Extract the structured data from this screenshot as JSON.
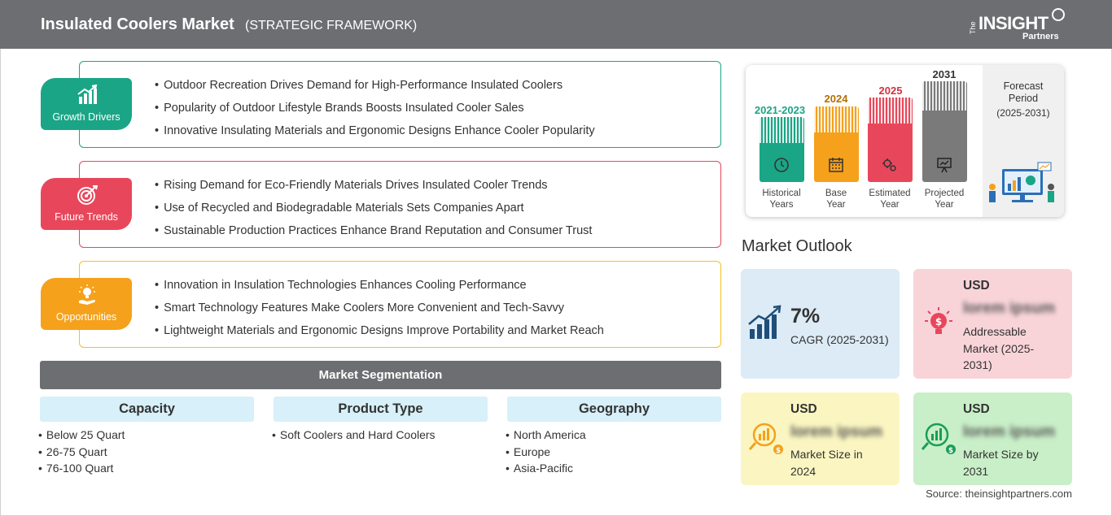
{
  "header": {
    "title": "Insulated Coolers Market",
    "subtitle": "(STRATEGIC FRAMEWORK)",
    "logo": {
      "the": "The",
      "insight": "INSIGHT",
      "partners": "Partners"
    }
  },
  "framework": {
    "growth_drivers": {
      "label": "Growth Drivers",
      "color": "#1aa586",
      "icon": "bar-chart-growth-icon",
      "items": [
        "Outdoor Recreation Drives Demand for High-Performance Insulated Coolers",
        "Popularity of Outdoor Lifestyle Brands Boosts Insulated Cooler Sales",
        "Innovative Insulating Materials and Ergonomic Designs Enhance Cooler Popularity"
      ]
    },
    "future_trends": {
      "label": "Future Trends",
      "color": "#e8475b",
      "icon": "target-icon",
      "items": [
        "Rising Demand for Eco-Friendly Materials Drives Insulated Cooler Trends",
        "Use of Recycled and Biodegradable Materials Sets Companies Apart",
        "Sustainable Production Practices Enhance Brand Reputation and Consumer Trust"
      ]
    },
    "opportunities": {
      "label": "Opportunities",
      "color": "#f5a11c",
      "icon": "lightbulb-hand-icon",
      "items": [
        "Innovation in Insulation Technologies Enhances Cooling Performance",
        "Smart Technology Features Make Coolers More Convenient and Tech-Savvy",
        "Lightweight Materials and Ergonomic Designs Improve Portability and Market Reach"
      ]
    }
  },
  "segmentation": {
    "title": "Market Segmentation",
    "columns": [
      {
        "heading": "Capacity",
        "items": [
          "Below 25 Quart",
          "26-75 Quart",
          "76-100 Quart"
        ]
      },
      {
        "heading": "Product Type",
        "items": [
          "Soft Coolers and Hard Coolers"
        ]
      },
      {
        "heading": "Geography",
        "items": [
          "North America",
          "Europe",
          "Asia-Pacific"
        ]
      }
    ]
  },
  "timeline": {
    "bars": [
      {
        "year": "2021-2023",
        "caption_1": "Historical",
        "caption_2": "Years",
        "color": "#1aa586",
        "icon": "history-icon"
      },
      {
        "year": "2024",
        "caption_1": "Base",
        "caption_2": "Year",
        "color": "#f5a11c",
        "icon": "calendar-icon"
      },
      {
        "year": "2025",
        "caption_1": "Estimated",
        "caption_2": "Year",
        "color": "#e8475b",
        "icon": "gears-icon"
      },
      {
        "year": "2031",
        "caption_1": "Projected",
        "caption_2": "Year",
        "color": "#7a7a7a",
        "icon": "presentation-icon"
      }
    ],
    "forecast_title": "Forecast Period",
    "forecast_range": "(2025-2031)"
  },
  "outlook": {
    "title": "Market Outlook",
    "cagr": {
      "value": "7%",
      "label": "CAGR (2025-2031)",
      "color": "#dcebf6"
    },
    "addressable": {
      "currency": "USD",
      "value": "lorem ipsum",
      "label": "Addressable Market (2025-2031)",
      "color": "#f8d4d9"
    },
    "size_2024": {
      "currency": "USD",
      "value": "lorem ipsum",
      "label": "Market Size in 2024",
      "color": "#fbf6c1"
    },
    "size_2031": {
      "currency": "USD",
      "value": "lorem ipsum",
      "label": "Market Size by 2031",
      "color": "#c9efc8"
    }
  },
  "source": "Source: theinsightpartners.com"
}
